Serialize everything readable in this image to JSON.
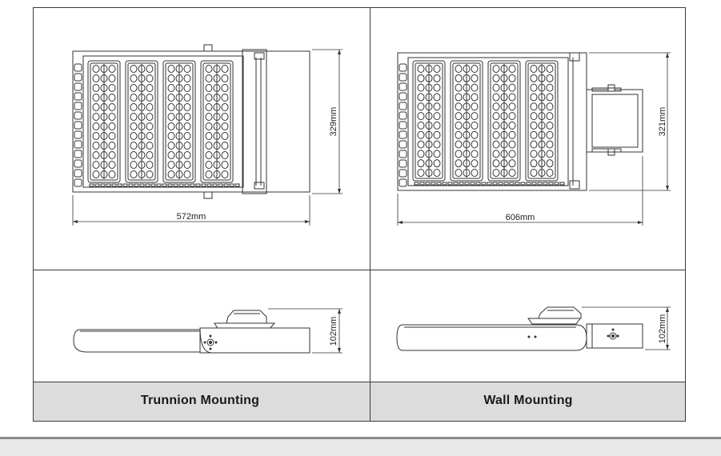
{
  "captions": {
    "trunnion": "Trunnion Mounting",
    "wall": "Wall Mounting"
  },
  "dimensions": {
    "trunnion_width": "572mm",
    "trunnion_depth": "329mm",
    "trunnion_height": "102mm",
    "wall_width": "606mm",
    "wall_depth": "321mm",
    "wall_height": "102mm"
  },
  "colors": {
    "line": "#333333",
    "caption_band": "#dcdcdc",
    "frame": "#3a3a3a"
  }
}
